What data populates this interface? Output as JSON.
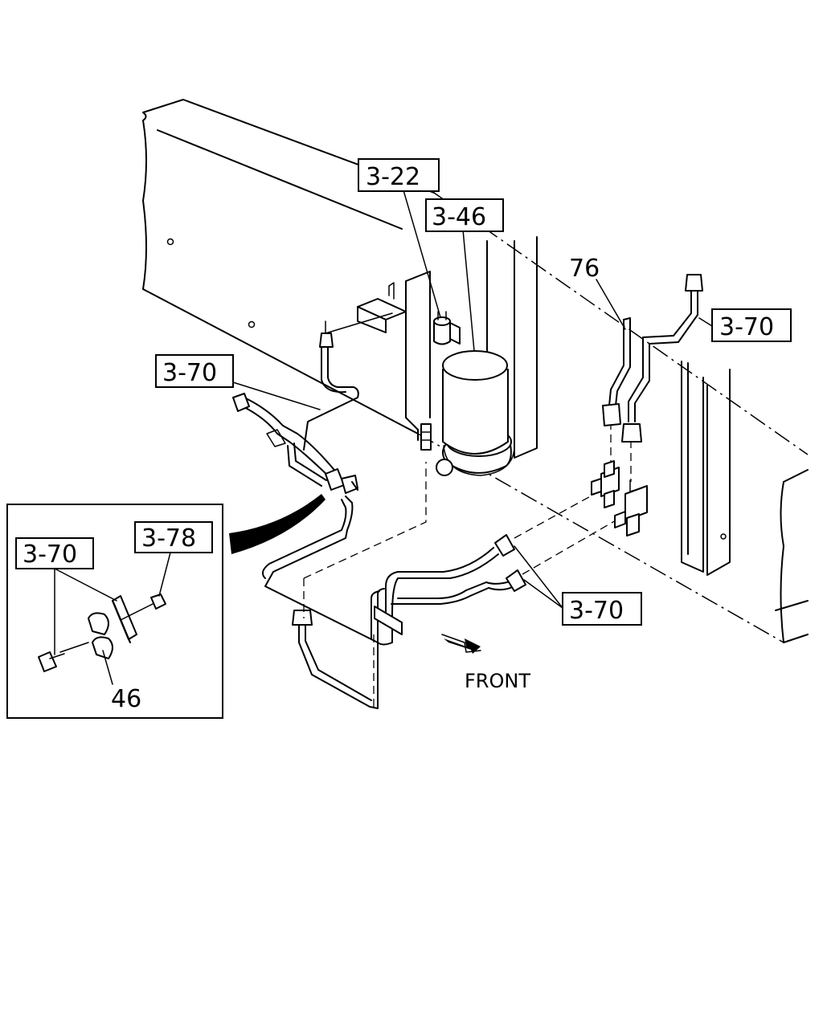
{
  "callouts": {
    "drier_switch": "3-22",
    "receiver_drier": "3-46",
    "pipe_left": "3-70",
    "pipe_right_top": "3-70",
    "pipe_lower": "3-70",
    "inset_pipe": "3-70",
    "inset_nut": "3-78",
    "inset_clip": "46",
    "hose": "76"
  },
  "direction_label": "FRONT"
}
